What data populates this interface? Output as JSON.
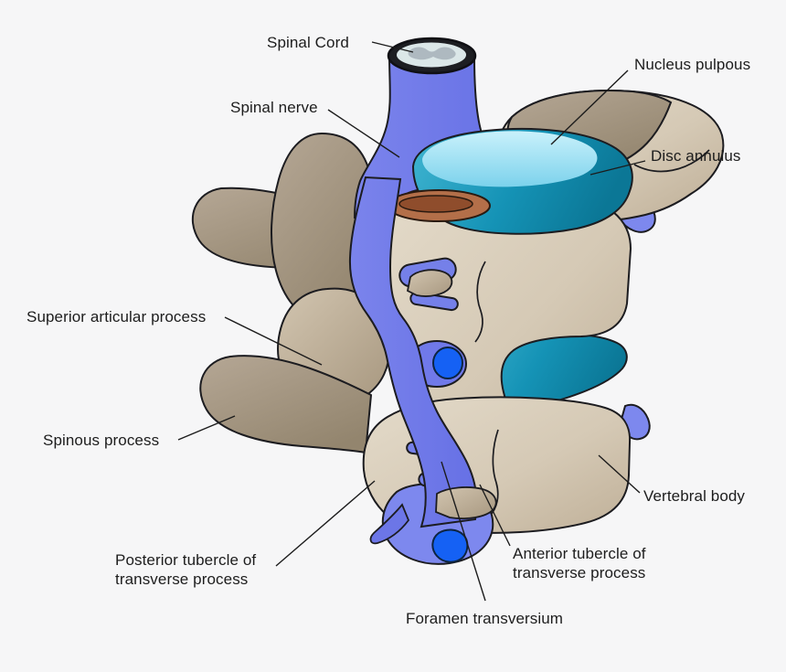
{
  "figure": {
    "type": "anatomical-diagram",
    "subject": "Cervical vertebrae with intervertebral disc, spinal cord and spinal nerves"
  },
  "colors": {
    "background": "#f6f6f7",
    "bone_light": "#d5c9b5",
    "bone_dark": "#a79a87",
    "nerve_blue": "#7079e9",
    "nerve_light_blue": "#7d88ee",
    "artery_blue": "#1561f4",
    "disc_teal": "#1593b6",
    "nucleus_cyan": "#8edff6",
    "ring_brown": "#b36f49",
    "outline": "#1c1c20"
  },
  "labels": {
    "spinal_cord": "Spinal Cord",
    "spinal_nerve": "Spinal nerve",
    "nucleus_pulpous": "Nucleus pulpous",
    "disc_annulus": "Disc annulus",
    "superior_articular_process": "Superior articular process",
    "spinous_process": "Spinous process",
    "vertebral_body": "Vertebral body",
    "posterior_tubercle_line1": "Posterior tubercle of",
    "posterior_tubercle_line2": "transverse process",
    "anterior_tubercle_line1": "Anterior tubercle of",
    "anterior_tubercle_line2": "transverse process",
    "foramen_transversium": "Foramen transversium"
  }
}
